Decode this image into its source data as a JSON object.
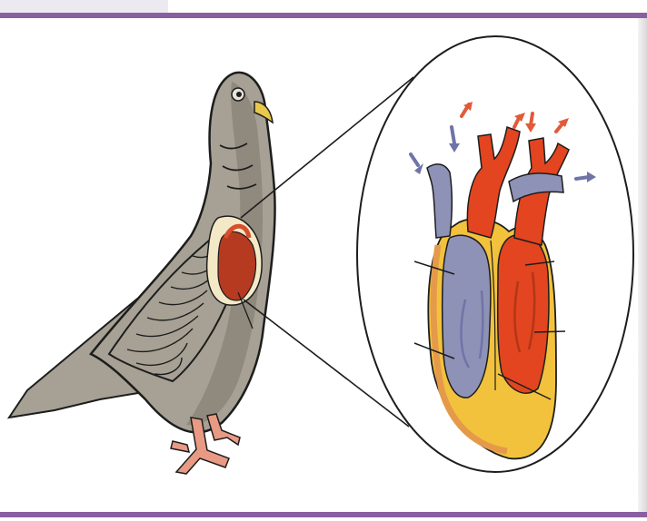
{
  "figure": {
    "subject": "bird-heart-diagram",
    "colors": {
      "frame": "#8a5fa0",
      "oxygenated": "#e2451f",
      "deoxygenated": "#8e92b6",
      "muscle": "#f2c23d",
      "muscle_edge": "#e59a4a",
      "bird_body": "#a6a194",
      "bird_shadow": "#7c776b",
      "beak": "#e8c84a",
      "feet": "#e99a84",
      "outline": "#1d1d1d",
      "arrow_blue": "#6f74a8",
      "arrow_red": "#e25a3a"
    },
    "icons": [
      "pigeon-illustration",
      "heart-cross-section",
      "blood-flow-arrow"
    ],
    "callout_lines": 6
  }
}
